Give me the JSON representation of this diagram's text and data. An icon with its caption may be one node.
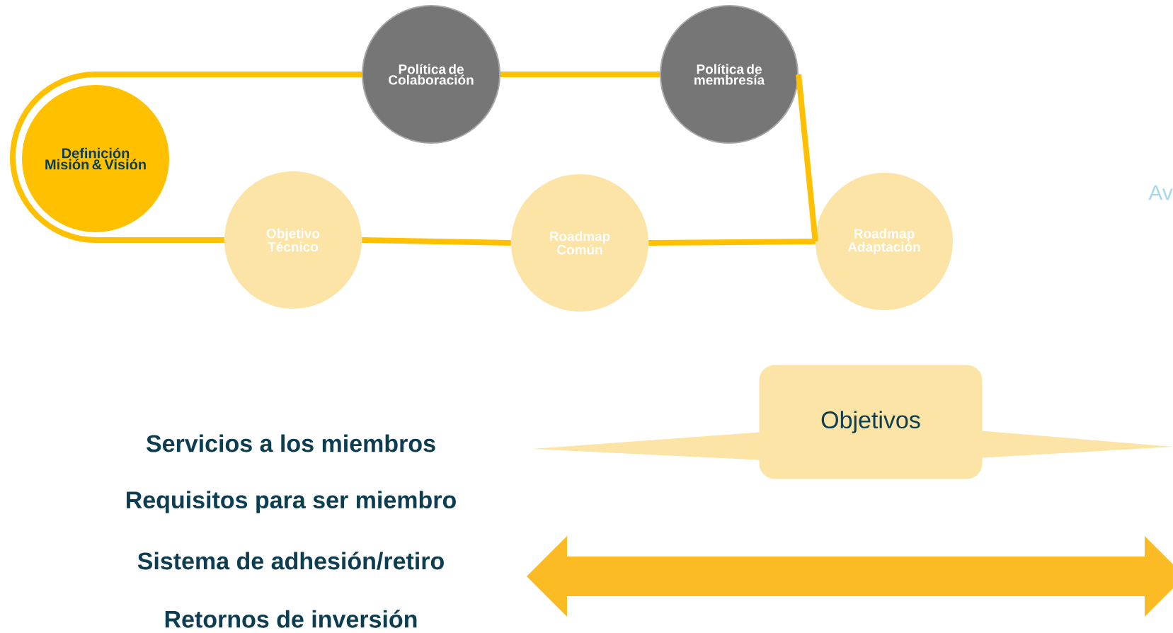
{
  "diagram": {
    "nodes": [
      {
        "text": [
          "Política de Colaboración"
        ]
      },
      {
        "text": [
          "Política de membresía"
        ]
      },
      {
        "text": [
          "Definición Misión & Visión"
        ]
      },
      {
        "text": [
          "Objetivo Técnico"
        ]
      },
      {
        "text": [
          "Roadmap Común"
        ]
      },
      {
        "text": [
          "Roadmap Adaptación"
        ]
      },
      {
        "text": [
          "Objetivos"
        ]
      }
    ],
    "edges": [
      {
        "from": 2,
        "to": 0,
        "arrow": "none"
      },
      {
        "from": 0,
        "to": 1,
        "arrow": "none"
      },
      {
        "from": 1,
        "to": 5,
        "arrow": "none"
      },
      {
        "from": 5,
        "to": 4,
        "arrow": "none"
      },
      {
        "from": 4,
        "to": 3,
        "arrow": "none"
      },
      {
        "from": 3,
        "to": 2,
        "arrow": "none"
      }
    ],
    "labels": [
      "Av",
      "Servicios a los miembros",
      "Requisitos para ser miembro",
      "Sistema de adhesión/retiro",
      "Retornos de inversión"
    ]
  }
}
